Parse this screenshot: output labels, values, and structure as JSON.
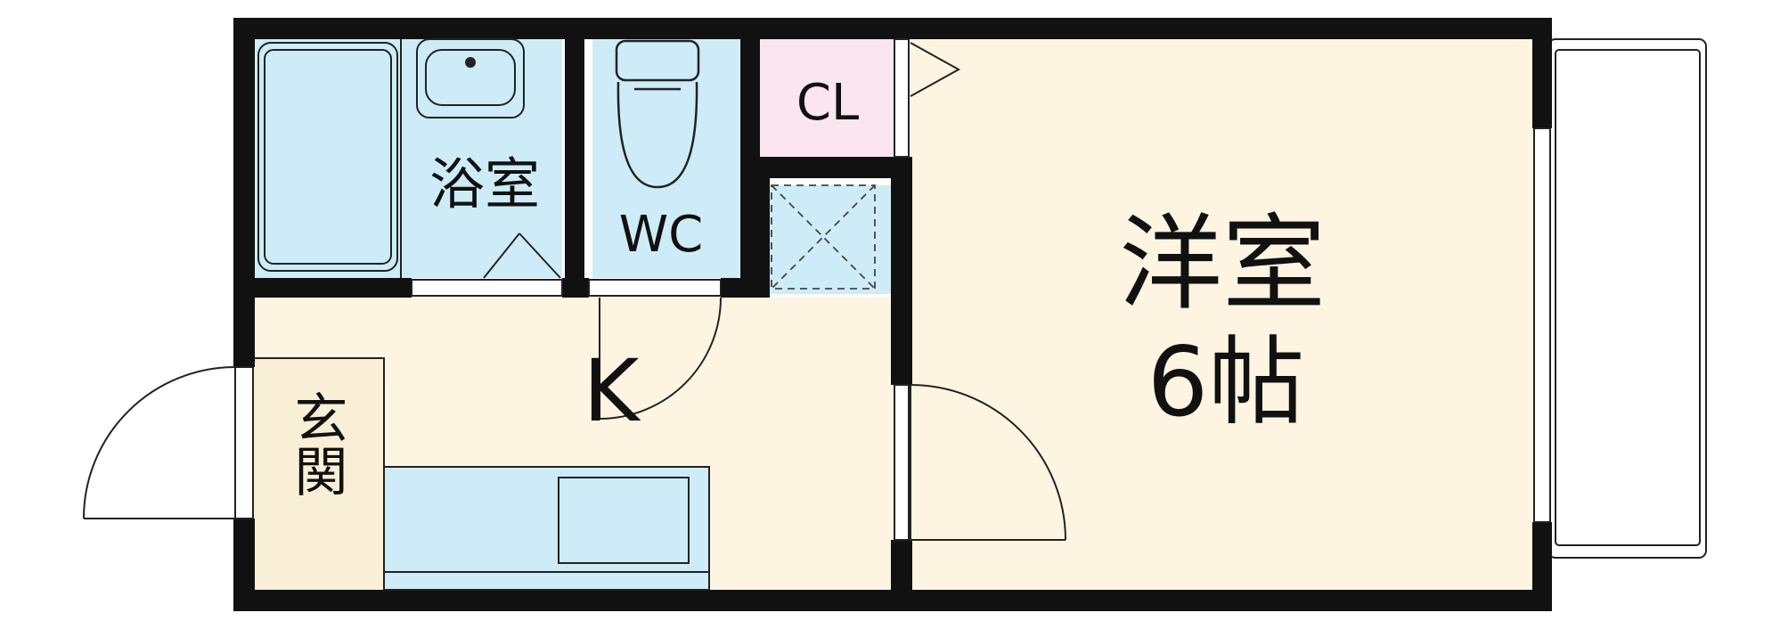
{
  "rooms": {
    "bath": "浴室",
    "wc": "WC",
    "closet": "CL",
    "western_room": "洋室",
    "western_size": "6帖",
    "kitchen": "K",
    "entrance": "玄関"
  },
  "colors": {
    "wall": "#111111",
    "wet_area": "#cdecf8",
    "living_floor": "#fdf5e1",
    "closet": "#fbe5ee",
    "entrance_floor": "#f8efd6",
    "line": "#222222"
  }
}
